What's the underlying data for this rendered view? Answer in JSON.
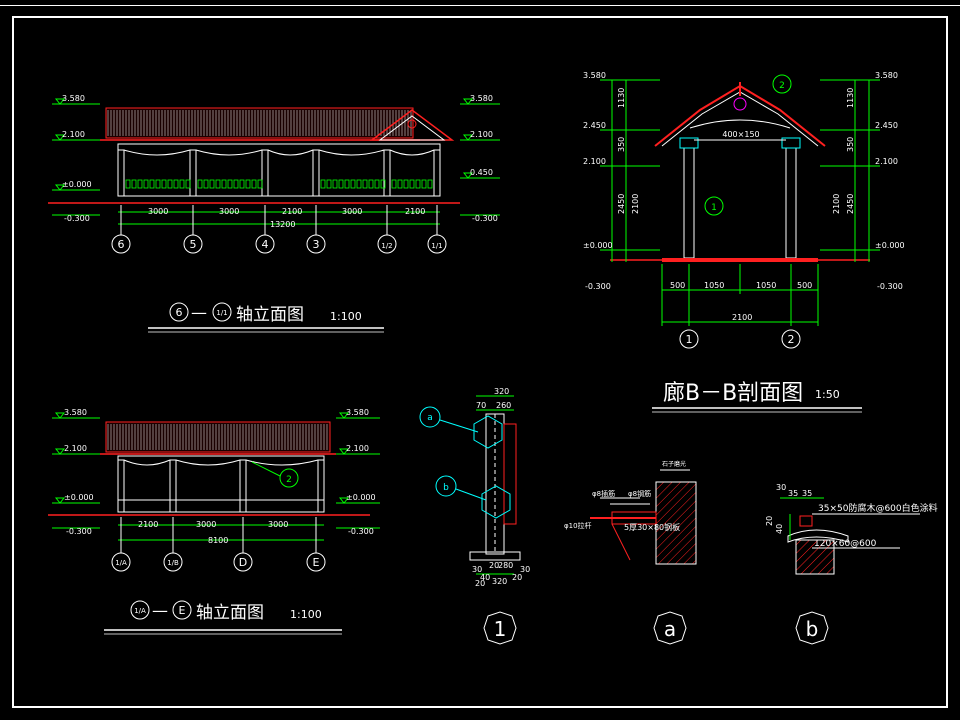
{
  "drawing": {
    "colors": {
      "background": "#000000",
      "frame": "#ffffff",
      "dimension": "#00ff00",
      "outline": "#ffffff",
      "roof": "#ff2020",
      "detail": "#00ffff",
      "accent": "#ff00ff"
    },
    "elev1": {
      "title": "轴立面图",
      "title_from": "6",
      "title_dash": "—",
      "title_to": "1/1",
      "scale": "1:100",
      "levels_left": [
        "3.580",
        "2.100",
        "±0.000",
        "-0.300"
      ],
      "levels_right": [
        "3.580",
        "2.100",
        "0.450",
        "-0.300"
      ],
      "dims": [
        "3000",
        "3000",
        "2100",
        "3000",
        "2100"
      ],
      "total": "13200",
      "axes": [
        "6",
        "5",
        "4",
        "3",
        "1/2",
        "1/1"
      ]
    },
    "elev2": {
      "title": "轴立面图",
      "title_from": "1/A",
      "title_dash": "—",
      "title_to": "E",
      "scale": "1:100",
      "levels_left": [
        "3.580",
        "2.100",
        "±0.000",
        "-0.300"
      ],
      "levels_right": [
        "3.580",
        "2.100",
        "±0.000",
        "-0.300"
      ],
      "dims": [
        "2100",
        "3000",
        "3000"
      ],
      "total": "8100",
      "axes": [
        "1/A",
        "1/B",
        "D",
        "E"
      ],
      "detail_ref": "2"
    },
    "section": {
      "title": "廊B－B剖面图",
      "scale": "1:50",
      "levels_left": [
        "3.580",
        "2.450",
        "2.100",
        "±0.000",
        "-0.300"
      ],
      "levels_right": [
        "3.580",
        "2.450",
        "2.100",
        "±0.000",
        "-0.300"
      ],
      "vdims_left": [
        "1130",
        "350",
        "2450"
      ],
      "vdims_right": [
        "1130",
        "350",
        "2450"
      ],
      "inner_left": "2100",
      "inner_right": "2100",
      "beam": "400×150",
      "dims": [
        "500",
        "1050",
        "1050",
        "500"
      ],
      "total": "2100",
      "axes": [
        "1",
        "2"
      ],
      "callout_top": "2",
      "callout_mid": "1"
    },
    "detail1": {
      "label": "1",
      "top_dims": [
        "320",
        "70",
        "260"
      ],
      "bottom_dims": [
        "20",
        "280",
        "30",
        "30",
        "40",
        "320",
        "20",
        "20"
      ],
      "callouts": [
        "a",
        "b"
      ]
    },
    "detail_a": {
      "label": "a",
      "notes": [
        "石子磨光",
        "φ8插筋",
        "φ8钢筋",
        "φ10拉杆",
        "5厚30×80钢板"
      ]
    },
    "detail_b": {
      "label": "b",
      "top_dims": [
        "30",
        "35",
        "35"
      ],
      "side_dims": [
        "20",
        "40"
      ],
      "notes": [
        "35×50防腐木@600白色涂料",
        "120×60@600"
      ]
    }
  }
}
